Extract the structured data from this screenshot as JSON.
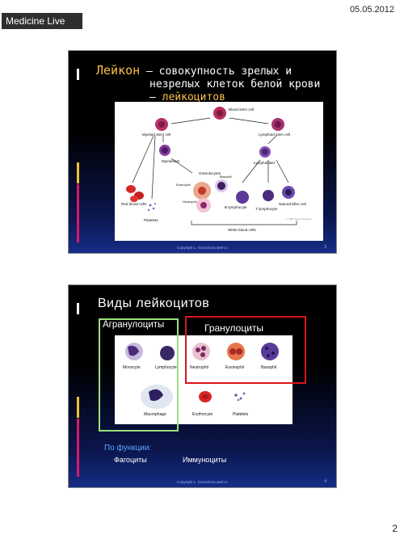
{
  "header": {
    "date": "05.05.2012",
    "brand": "Medicine Live"
  },
  "page_number": "2",
  "slide1": {
    "title_key": "Лейкон",
    "title_line1": " – совокупность зрелых и",
    "title_line2": "незрелых клеток белой крови",
    "title_line3_prefix": "– ",
    "title_line3_highlight": "лейкоцитов",
    "footer": "Copyright L. Gorachova    мей сс",
    "slide_number": "3",
    "diagram": {
      "blood_stem_cell": "Blood stem cell",
      "myeloid_stem_cell": "Myeloid stem cell",
      "lymphoid_stem_cell": "Lymphoid stem cell",
      "myeloblast": "Myeloblast",
      "lymphoblast": "Lymphoblast",
      "granulocytes": "Granulocytes",
      "basophil": "Basophil",
      "eosinophil": "Eosinophil",
      "neutrophil": "Neutrophil",
      "red_blood_cells": "Red blood cells",
      "platelets": "Platelets",
      "b_lymphocyte": "B lymphocyte",
      "t_lymphocyte": "T lymphocyte",
      "natural_killer": "Natural killer cell",
      "white_blood_cells": "White blood cells",
      "copyright": "© 2007 Terese Winslow"
    },
    "colors": {
      "title": "#f7c24a",
      "accent_yellow": "#f2c12e",
      "accent_pink": "#d6196b"
    }
  },
  "slide2": {
    "title": "Виды лейкоцитов",
    "agranulocytes": "Агранулоциты",
    "granulocytes": "Гранулоциты",
    "by_function": "По функции:",
    "phagocytes": "Фагоциты",
    "immunocytes": "Иммуноциты",
    "footer": "Copyright L. Gorachova    мей сс",
    "slide_number": "4",
    "cells": {
      "monocyte": "Monocyte",
      "lymphocyte": "Lymphocyte",
      "neutrophil": "Neutrophil",
      "eosinophil": "Eosinophil",
      "basophil": "Basophil",
      "macrophage": "Macrophage",
      "erythrocyte": "Erythrocyte",
      "platelets": "Platelets"
    },
    "colors": {
      "agr_frame": "#9be07d",
      "gran_frame": "#d8161b",
      "function_label": "#5fa6ff"
    }
  }
}
